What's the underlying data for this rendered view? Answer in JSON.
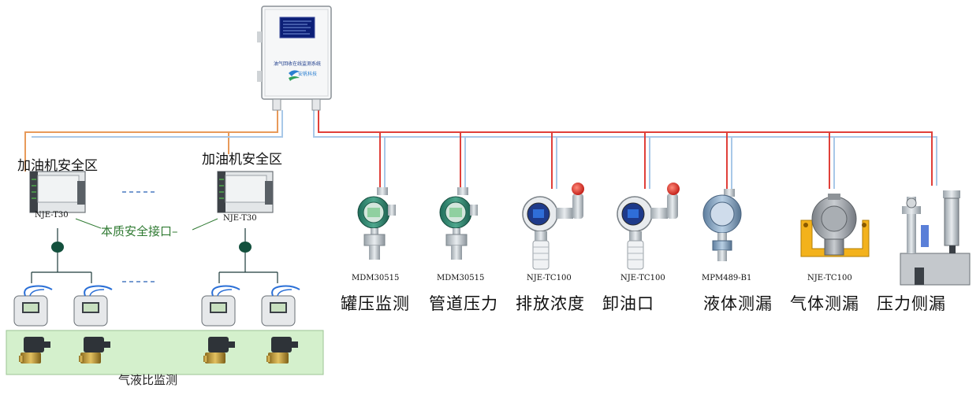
{
  "cabinet": {
    "title": "油气回收在线监测系统",
    "brand": "安帆科技"
  },
  "zones": {
    "left": "加油机安全区",
    "right": "加油机安全区"
  },
  "controllers": {
    "left": "NJE-T30",
    "right": "NJE-T30"
  },
  "interface_label": "本质安全接口–",
  "gas_liquid_label": "气液比监测",
  "devices": [
    {
      "model": "MDM30515"
    },
    {
      "model": "MDM30515"
    },
    {
      "model": "NJE-TC100"
    },
    {
      "model": "NJE-TC100"
    },
    {
      "model": "MPM489-B1"
    },
    {
      "model": "NJE-TC100"
    }
  ],
  "categories": {
    "c1": "罐压监测",
    "c2": "管道压力",
    "c3": "排放浓度",
    "c4": "卸油口",
    "c5": "液体测漏",
    "c6": "气体测漏",
    "c7": "压力侧漏"
  },
  "colors": {
    "red_line": "#e0403a",
    "blue_line": "#a8c8e8",
    "orange_line": "#e89a5a",
    "band": "#d4f0cc"
  }
}
